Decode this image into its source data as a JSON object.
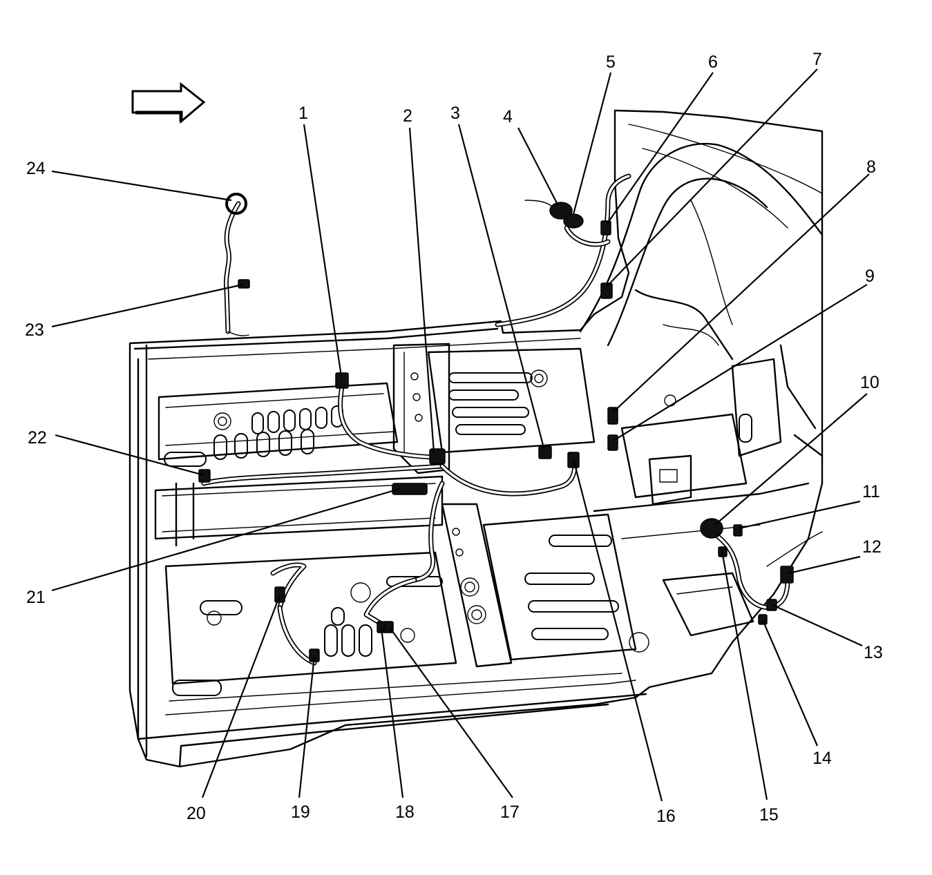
{
  "diagram": {
    "direction_arrow_icon": "right-arrow-icon",
    "callouts": [
      {
        "id": 1,
        "label": "1"
      },
      {
        "id": 2,
        "label": "2"
      },
      {
        "id": 3,
        "label": "3"
      },
      {
        "id": 4,
        "label": "4"
      },
      {
        "id": 5,
        "label": "5"
      },
      {
        "id": 6,
        "label": "6"
      },
      {
        "id": 7,
        "label": "7"
      },
      {
        "id": 8,
        "label": "8"
      },
      {
        "id": 9,
        "label": "9"
      },
      {
        "id": 10,
        "label": "10"
      },
      {
        "id": 11,
        "label": "11"
      },
      {
        "id": 12,
        "label": "12"
      },
      {
        "id": 13,
        "label": "13"
      },
      {
        "id": 14,
        "label": "14"
      },
      {
        "id": 15,
        "label": "15"
      },
      {
        "id": 16,
        "label": "16"
      },
      {
        "id": 17,
        "label": "17"
      },
      {
        "id": 18,
        "label": "18"
      },
      {
        "id": 19,
        "label": "19"
      },
      {
        "id": 20,
        "label": "20"
      },
      {
        "id": 21,
        "label": "21"
      },
      {
        "id": 22,
        "label": "22"
      },
      {
        "id": 23,
        "label": "23"
      },
      {
        "id": 24,
        "label": "24"
      }
    ]
  }
}
